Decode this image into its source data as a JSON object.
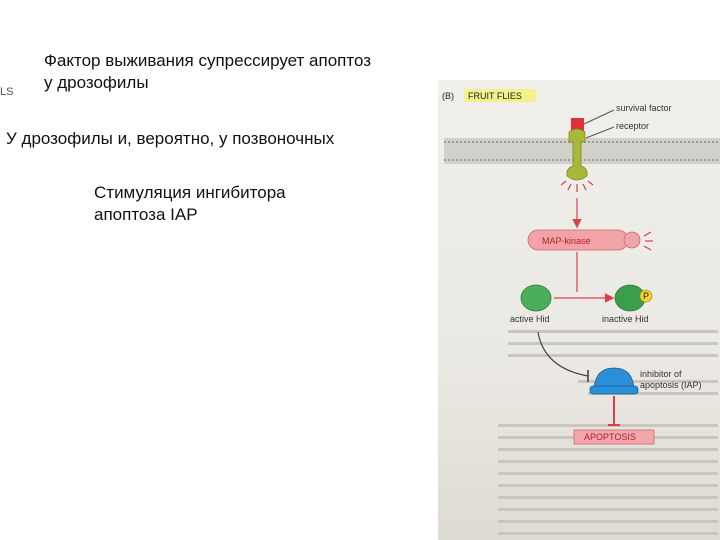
{
  "slide": {
    "title": "Фактор выживания супрессирует апоптоз\nу дрозофилы",
    "subtitle": "У дрозофилы и, вероятно, у позвоночных",
    "bullet": "Стимуляция  ингибитора\nапоптоза IAP",
    "left_edge_fragment": "LS"
  },
  "figure": {
    "panel_letter": "(B)",
    "panel_title": "FRUIT FLIES",
    "labels": {
      "survival_factor": "survival factor",
      "receptor": "receptor",
      "map_kinase": "MAP-kinase",
      "active_hid": "active Hid",
      "inactive_hid": "inactive Hid",
      "phospho": "P",
      "iap_line1": "inhibitor of",
      "iap_line2": "apoptosis (IAP)",
      "apoptosis": "APOPTOSIS"
    },
    "colors": {
      "survival_factor": "#e0303a",
      "receptor": "#a8b83a",
      "map_kinase": "#f2a3a8",
      "hid": "#4cae5a",
      "iap": "#2a8fd6",
      "apoptosis_box": "#f3a6ac",
      "arrow": "#d8404a",
      "panel_title_bg": "#f4f08a"
    }
  }
}
